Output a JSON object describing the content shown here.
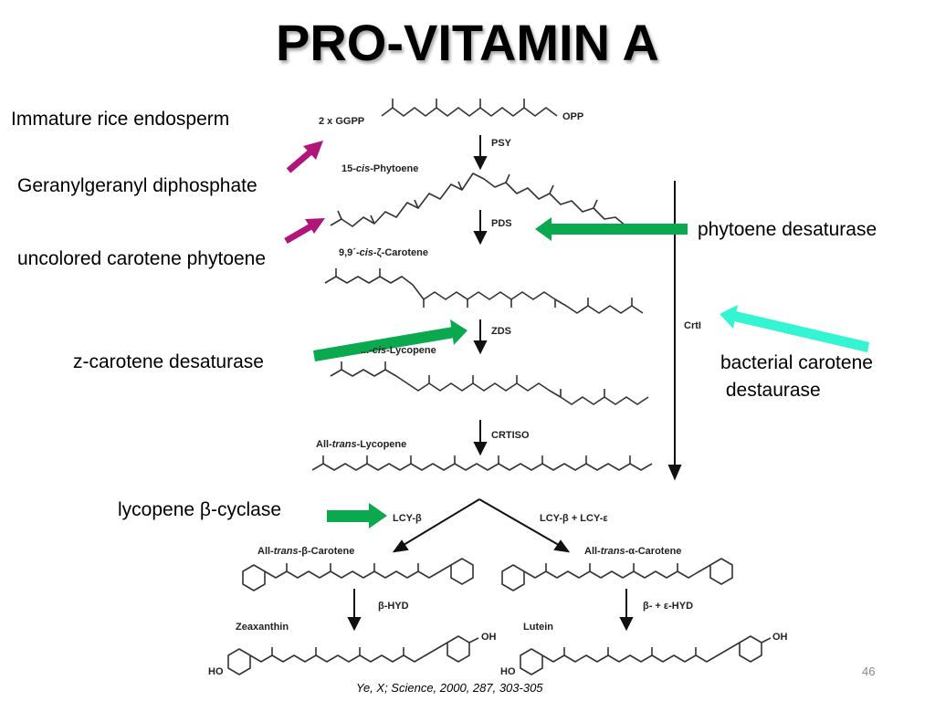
{
  "slide": {
    "title": "PRO-VITAMIN A",
    "page_number": "46",
    "citation": "Ye, X; Science, 2000, 287, 303-305"
  },
  "annotations": {
    "left": [
      "Immature rice endosperm",
      "Geranylgeranyl diphosphate",
      "uncolored carotene phytoene",
      "z-carotene desaturase",
      "lycopene β-cyclase"
    ],
    "right": {
      "phytoene": "phytoene desaturase",
      "bacterial_line1": "bacterial carotene",
      "bacterial_line2": " destaurase"
    }
  },
  "pathway": {
    "compounds": {
      "ggpp": "2 x GGPP",
      "opp": "OPP",
      "phytoene_prefix": "15-",
      "phytoene_cis": "cis",
      "phytoene_suffix": "-Phytoene",
      "zeta_prefix": "9,9´-",
      "zeta_cis": "cis",
      "zeta_suffix": "-ζ-Carotene",
      "lycopene_cis_prefix": "...-",
      "lycopene_cis": "cis",
      "lycopene_cis_suffix": "-Lycopene",
      "lycopene_trans_prefix": "All-",
      "lycopene_trans": "trans",
      "lycopene_trans_suffix": "-Lycopene",
      "beta_prefix": "All-",
      "beta_trans": "trans",
      "beta_suffix": "-β-Carotene",
      "alpha_prefix": "All-",
      "alpha_trans": "trans",
      "alpha_suffix": "-α-Carotene",
      "zeaxanthin": "Zeaxanthin",
      "lutein": "Lutein",
      "oh": "OH",
      "ho": "HO"
    },
    "enzymes": {
      "psy": "PSY",
      "pds": "PDS",
      "zds": "ZDS",
      "crtiso": "CRTISO",
      "crti": "CrtI",
      "lcy_b": "LCY-β",
      "lcy_be": "LCY-β + LCY-ε",
      "b_hyd": "β-HYD",
      "be_hyd": "β- + ε-HYD"
    }
  },
  "colors": {
    "magenta_arrow": "#b0157a",
    "green_arrow": "#0aa84f",
    "cyan_arrow": "#33f5d2",
    "structure": "#333333"
  }
}
